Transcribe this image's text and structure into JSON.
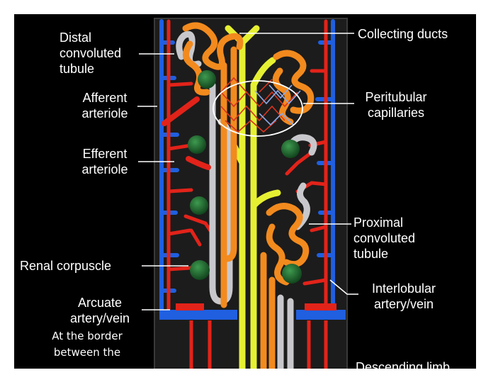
{
  "labels": {
    "distal": "Distal\nconvoluted\ntubule",
    "collecting": "Collecting ducts",
    "afferent": "Afferent\narteriole",
    "peritubular": "Peritubular\ncapillaries",
    "efferent": "Efferent\narteriole",
    "proximal": "Proximal\nconvoluted\ntubule",
    "renal_corpuscle": "Renal corpuscle",
    "arcuate": "Arcuate\nartery/vein",
    "interlobular": "Interlobular\nartery/vein",
    "descending": "Descending limb"
  },
  "caption": {
    "line1": "At the border",
    "line2": "between the"
  },
  "colors": {
    "background": "#000000",
    "model_board": "#1c1c1c",
    "artery": "#e2231a",
    "vein": "#1f5fe0",
    "collecting_duct": "#e6f032",
    "tubule": "#f28a1e",
    "loop": "#c8c8cc",
    "glomerulus": "#1f6b2e",
    "leader": "#ffffff"
  }
}
